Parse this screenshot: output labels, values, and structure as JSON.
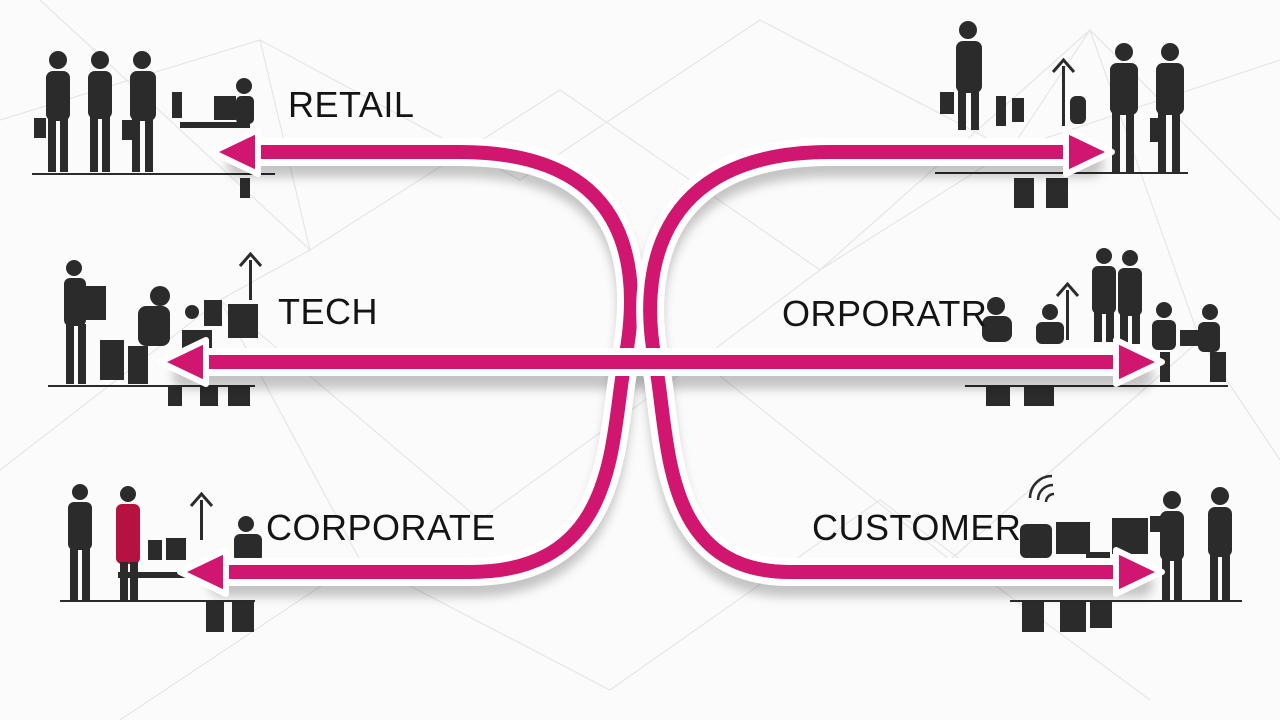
{
  "colors": {
    "arrow": "#d0166f",
    "arrow_border": "#ffffff",
    "silhouette": "#2b2b2b",
    "accent_figure": "#b5123f",
    "background": "#fbfbfb",
    "network_lines": "#e6e6e6"
  },
  "labels": {
    "retail": "RETAIL",
    "tech": "TECH",
    "corporate_left": "CORPORATE",
    "corporate_right": "ORPORATR",
    "customer": "CUSTOMER"
  },
  "icons": {
    "people": "person-silhouette-icon",
    "desk": "desk-workstation-icon",
    "growth": "up-arrow-icon",
    "signal": "wifi-signal-icon"
  }
}
